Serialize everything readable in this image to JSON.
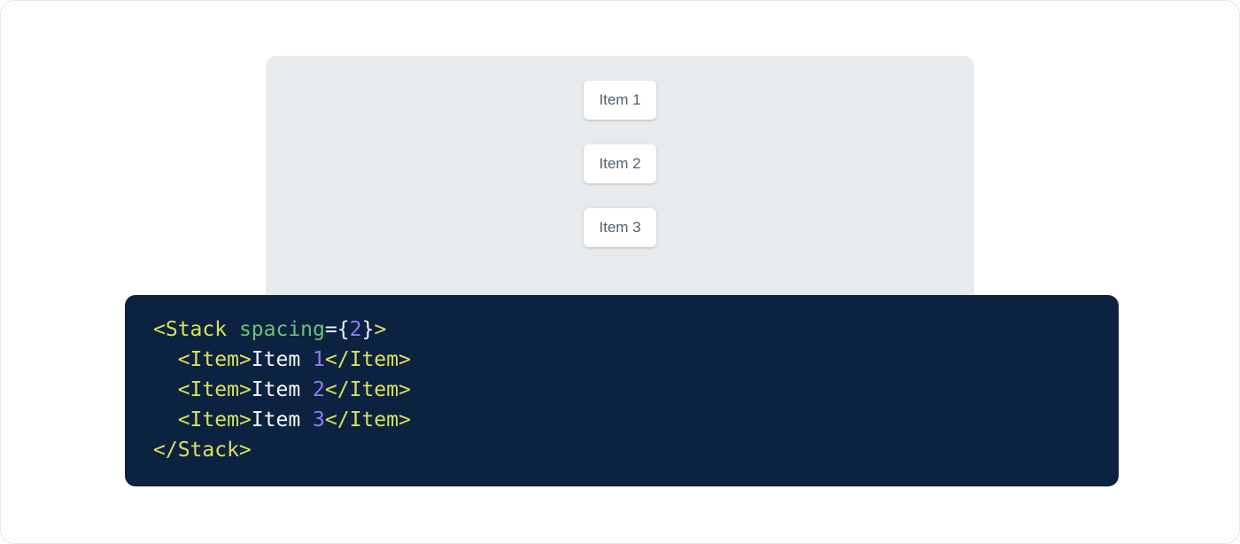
{
  "page": {
    "background": "#ffffff",
    "border_color": "#e6e8eb"
  },
  "demo": {
    "background": "#e8ebed",
    "items": [
      {
        "label": "Item 1"
      },
      {
        "label": "Item 2"
      },
      {
        "label": "Item 3"
      }
    ]
  },
  "code": {
    "background": "#0b2341",
    "colors": {
      "tag": "#dbe15a",
      "attr": "#6fbf73",
      "punct": "#eef2f6",
      "num": "#8d7bfb",
      "plain": "#f8fafc"
    },
    "lines": [
      [
        {
          "t": "<Stack ",
          "c": "tag"
        },
        {
          "t": "spacing",
          "c": "attr"
        },
        {
          "t": "=",
          "c": "punct"
        },
        {
          "t": "{",
          "c": "punct"
        },
        {
          "t": "2",
          "c": "num"
        },
        {
          "t": "}",
          "c": "punct"
        },
        {
          "t": ">",
          "c": "tag"
        }
      ],
      [
        {
          "t": "  ",
          "c": "plain"
        },
        {
          "t": "<Item>",
          "c": "tag"
        },
        {
          "t": "Item ",
          "c": "plain"
        },
        {
          "t": "1",
          "c": "num"
        },
        {
          "t": "</Item>",
          "c": "tag"
        }
      ],
      [
        {
          "t": "  ",
          "c": "plain"
        },
        {
          "t": "<Item>",
          "c": "tag"
        },
        {
          "t": "Item ",
          "c": "plain"
        },
        {
          "t": "2",
          "c": "num"
        },
        {
          "t": "</Item>",
          "c": "tag"
        }
      ],
      [
        {
          "t": "  ",
          "c": "plain"
        },
        {
          "t": "<Item>",
          "c": "tag"
        },
        {
          "t": "Item ",
          "c": "plain"
        },
        {
          "t": "3",
          "c": "num"
        },
        {
          "t": "</Item>",
          "c": "tag"
        }
      ],
      [
        {
          "t": "</Stack>",
          "c": "tag"
        }
      ]
    ]
  }
}
